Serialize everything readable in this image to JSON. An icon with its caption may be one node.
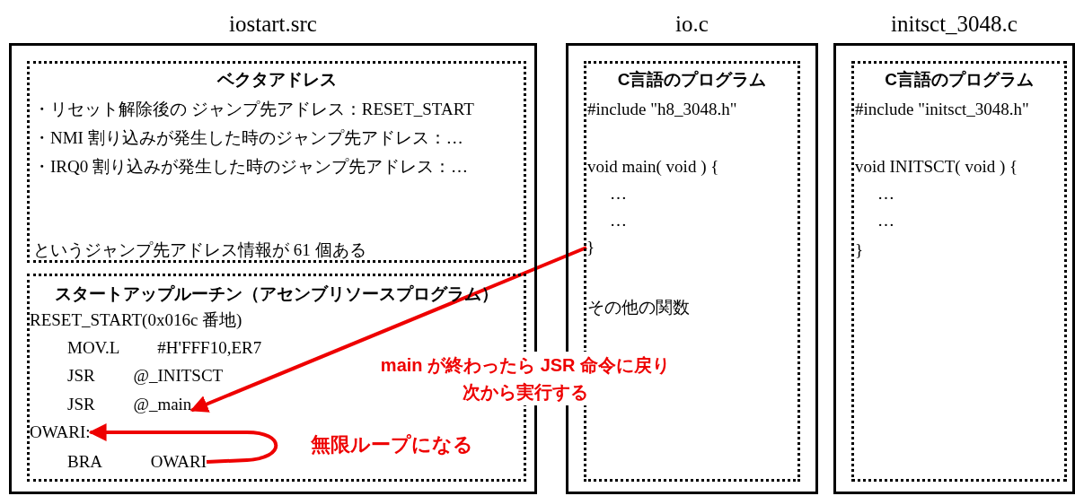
{
  "diagram": {
    "nodes": [
      {
        "text": [
          "iostart.src"
        ]
      },
      {
        "text": [
          "ベクタアドレス",
          "・リセット解除後の ジャンプ先アドレス：RESET_START",
          "・NMI 割り込みが発生した時のジャンプ先アドレス：…",
          "・IRQ0 割り込みが発生した時のジャンプ先アドレス：…",
          "というジャンプ先アドレス情報が 61 個ある"
        ],
        "in": 0
      },
      {
        "text": [
          "スタートアップルーチン（アセンブリソースプログラム）"
        ],
        "in": 0
      },
      {
        "text": [
          "RESET_START(0x016c 番地)"
        ],
        "in": 2
      },
      {
        "text": [
          "MOV.L #H'FFF10,ER7"
        ],
        "in": 2
      },
      {
        "text": [
          "JSR @_INITSCT"
        ],
        "in": 2
      },
      {
        "text": [
          "JSR @_main"
        ],
        "in": 2
      },
      {
        "text": [
          "OWARI:"
        ],
        "in": 2
      },
      {
        "text": [
          "BRA OWARI"
        ],
        "in": 2
      },
      {
        "text": [
          "io.c"
        ]
      },
      {
        "text": [
          "C言語のプログラム",
          "#include \"h8_3048.h\"",
          "void main( void ) {",
          "…",
          "…",
          "その他の関数"
        ],
        "in": 9
      },
      {
        "text": [
          "}"
        ],
        "in": 10
      },
      {
        "text": [
          "initsct_3048.c"
        ]
      },
      {
        "text": [
          "C言語のプログラム",
          "#include \"initsct_3048.h\"",
          "void INITSCT( void ) {",
          "…",
          "…",
          "}"
        ],
        "in": 12
      }
    ],
    "edges": [
      {
        "from": 11,
        "to": 6,
        "arrow": "to",
        "label": "main が終わったら JSR 命令に戻り次から実行する"
      },
      {
        "from": 8,
        "to": 7,
        "arrow": "to",
        "label": "無限ループになる"
      }
    ]
  }
}
